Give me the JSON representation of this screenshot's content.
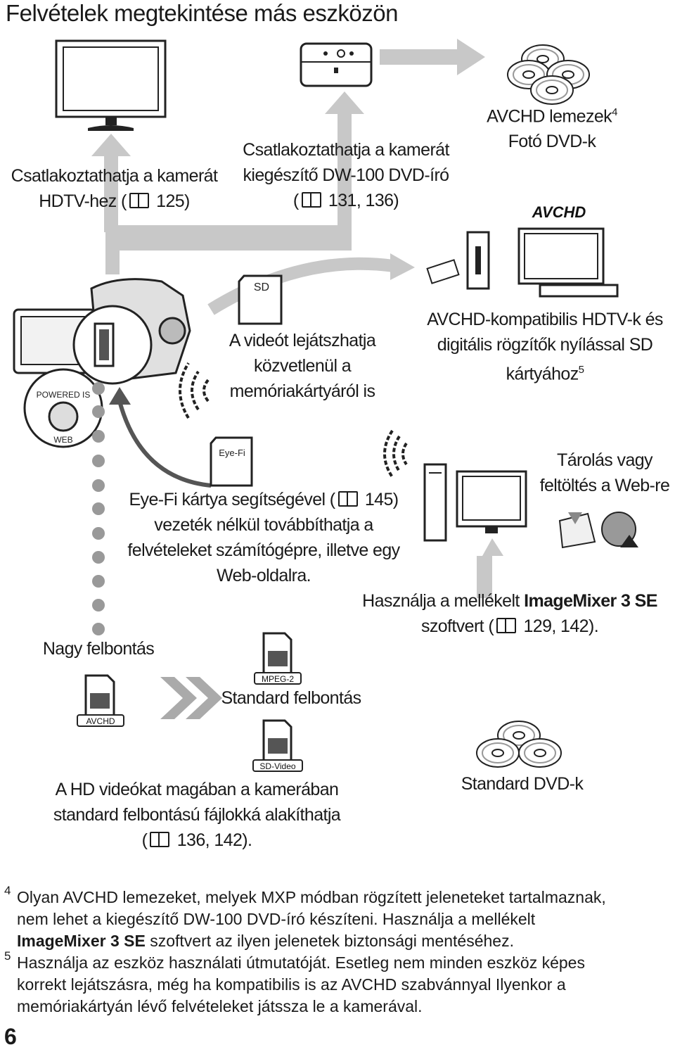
{
  "page_title": "Felvételek megtekintése más eszközön",
  "captions": {
    "hdtv": [
      "Csatlakoztathatja a kamerát",
      "HDTV-hez ("
    ],
    "hdtv_ref": " 125)",
    "dw100": [
      "Csatlakoztathatja a kamerát",
      "kiegészítő DW-100 DVD-író"
    ],
    "dw100_ref": " 131, 136)",
    "avchd_discs": "AVCHD lemezek",
    "avchd_discs_sup": "4",
    "photo_dvd": "Fotó DVD-k",
    "sd_play": [
      "A videót lejátszhatja",
      "közvetlenül a",
      "memóriakártyáról is"
    ],
    "avchd_compat": [
      "AVCHD-kompatibilis HDTV-k és",
      "digitális rögzítők nyílással SD"
    ],
    "avchd_compat_last": "kártyához",
    "avchd_compat_sup": "5",
    "storage": [
      "Tárolás vagy",
      "feltöltés a Web-re"
    ],
    "eyefi_1": "Eye-Fi kártya segítségével (",
    "eyefi_ref": " 145)",
    "eyefi_rest": [
      "vezeték nélkül továbbíthatja a",
      "felvételeket számítógépre, illetve egy",
      "Web-oldalra."
    ],
    "imagemixer_pre": "Használja a mellékelt ",
    "imagemixer_bold": "ImageMixer 3 SE",
    "imagemixer_2": "szoftvert (",
    "imagemixer_ref": " 129, 142).",
    "high_res": "Nagy felbontás",
    "std_res": "Standard felbontás",
    "convert": [
      "A HD videókat magában a kamerában",
      "standard felbontású fájlokká alakíthatja"
    ],
    "convert_pre": "(",
    "convert_ref": " 136, 142).",
    "std_dvd": "Standard DVD-k"
  },
  "icon_labels": {
    "sd": "SD",
    "eyefi": "Eye-Fi",
    "powered_is": "POWERED IS",
    "web": "WEB",
    "avchd_logo": "AVCHD",
    "avchd_file": "AVCHD",
    "mpeg2": "MPEG-2",
    "sdvideo": "SD-Video"
  },
  "footnotes": [
    {
      "num": "4",
      "lines": [
        "Olyan AVCHD lemezeket, melyek MXP módban rögzített jeleneteket tartalmaznak,",
        "nem lehet a kiegészítő DW-100 DVD-író készíteni. Használja a mellékelt"
      ],
      "bold": "ImageMixer 3 SE",
      "tail": " szoftvert az ilyen jelenetek biztonsági mentéséhez."
    },
    {
      "num": "5",
      "lines": [
        "Használja az eszköz használati útmutatóját. Esetleg nem minden eszköz képes",
        "korrekt lejátszásra, még ha kompatibilis is az AVCHD szabvánnyal Ilyenkor a",
        "memóriakártyán lévő felvételeket játssza le a kamerával."
      ]
    }
  ],
  "page_number": "6"
}
